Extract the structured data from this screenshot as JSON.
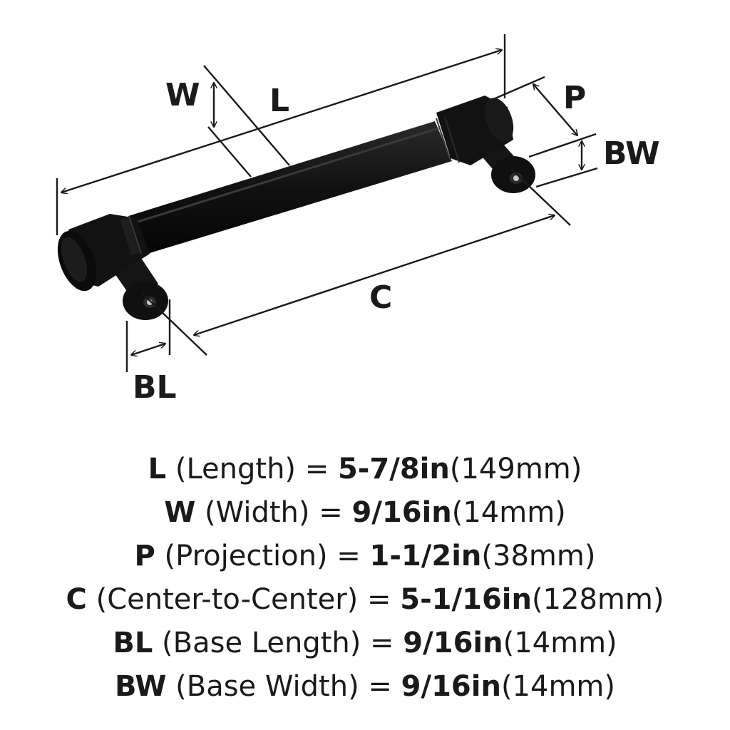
{
  "labels": {
    "L": "L",
    "W": "W",
    "P": "P",
    "BW": "BW",
    "C": "C",
    "BL": "BL"
  },
  "specs": [
    {
      "code": "L",
      "name": " (Length) = ",
      "value": "5-7/8in",
      "metric": "(149mm)"
    },
    {
      "code": "W",
      "name": " (Width) = ",
      "value": "9/16in",
      "metric": "(14mm)"
    },
    {
      "code": "P",
      "name": " (Projection) = ",
      "value": "1-1/2in",
      "metric": "(38mm)"
    },
    {
      "code": "C",
      "name": " (Center-to-Center) = ",
      "value": "5-1/16in",
      "metric": "(128mm)"
    },
    {
      "code": "BL",
      "name": " (Base Length) = ",
      "value": "9/16in",
      "metric": "(14mm)"
    },
    {
      "code": "BW",
      "name": " (Base Width) = ",
      "value": "9/16in",
      "metric": "(14mm)"
    }
  ],
  "colors": {
    "ink": "#1a1a1a",
    "handle": "#141414",
    "pin": "#c8c8c8"
  }
}
